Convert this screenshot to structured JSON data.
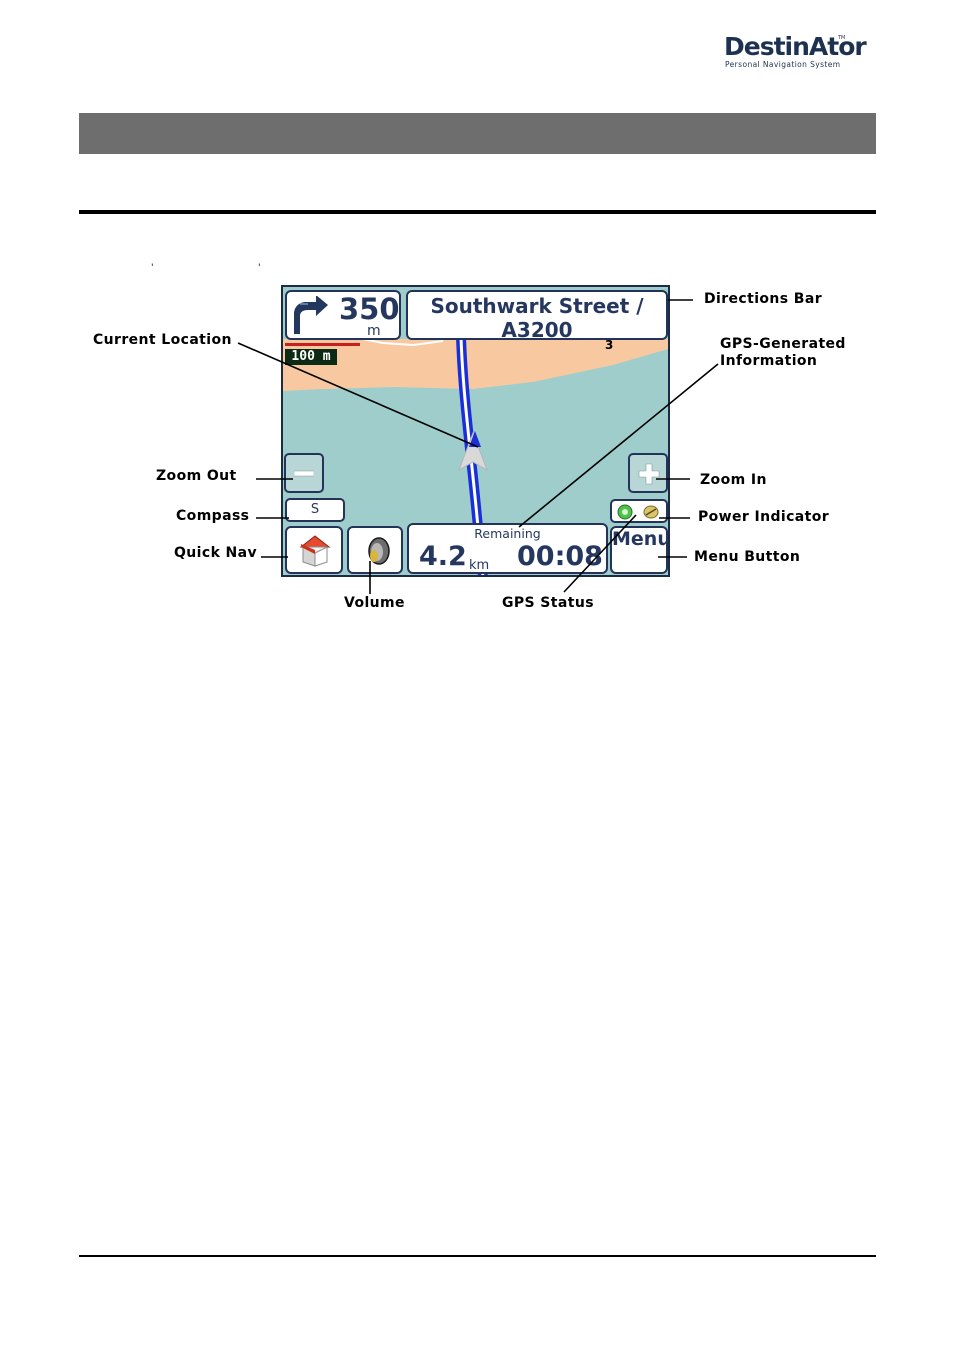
{
  "header": {
    "logo_main": "DestinAtor",
    "logo_tm": "TM",
    "logo_sub": "Personal Navigation System"
  },
  "stray_marks": {
    "mark1": "'",
    "mark2": "'"
  },
  "screen": {
    "directions": {
      "distance": "350",
      "unit": "m"
    },
    "street": {
      "line1": "Southwark Street /",
      "line2": "A3200"
    },
    "scale": "100 m",
    "map_marker": "3",
    "compass": "S",
    "remaining": {
      "label": "Remaining",
      "distance": "4.2",
      "distance_unit": "km",
      "time": "00:08"
    },
    "menu": "Menu"
  },
  "callouts": {
    "current_location": "Current Location",
    "zoom_out": "Zoom Out",
    "compass": "Compass",
    "quick_nav": "Quick Nav",
    "volume": "Volume",
    "gps_status": "GPS Status",
    "directions_bar": "Directions Bar",
    "gps_generated_1": "GPS-Generated",
    "gps_generated_2": "Information",
    "zoom_in": "Zoom In",
    "power_indicator": "Power Indicator",
    "menu_button": "Menu Button"
  },
  "colors": {
    "gray_band": "#6e6e6e",
    "navy": "#26375f",
    "water": "#9ecdcb",
    "land": "#f8c9a0",
    "route": "#1a2fd8"
  },
  "icons": [
    "turn-right-arrow-icon",
    "minus-icon",
    "plus-icon",
    "home-icon",
    "speaker-icon",
    "gps-status-icon",
    "battery-icon",
    "vehicle-arrow-icon"
  ]
}
